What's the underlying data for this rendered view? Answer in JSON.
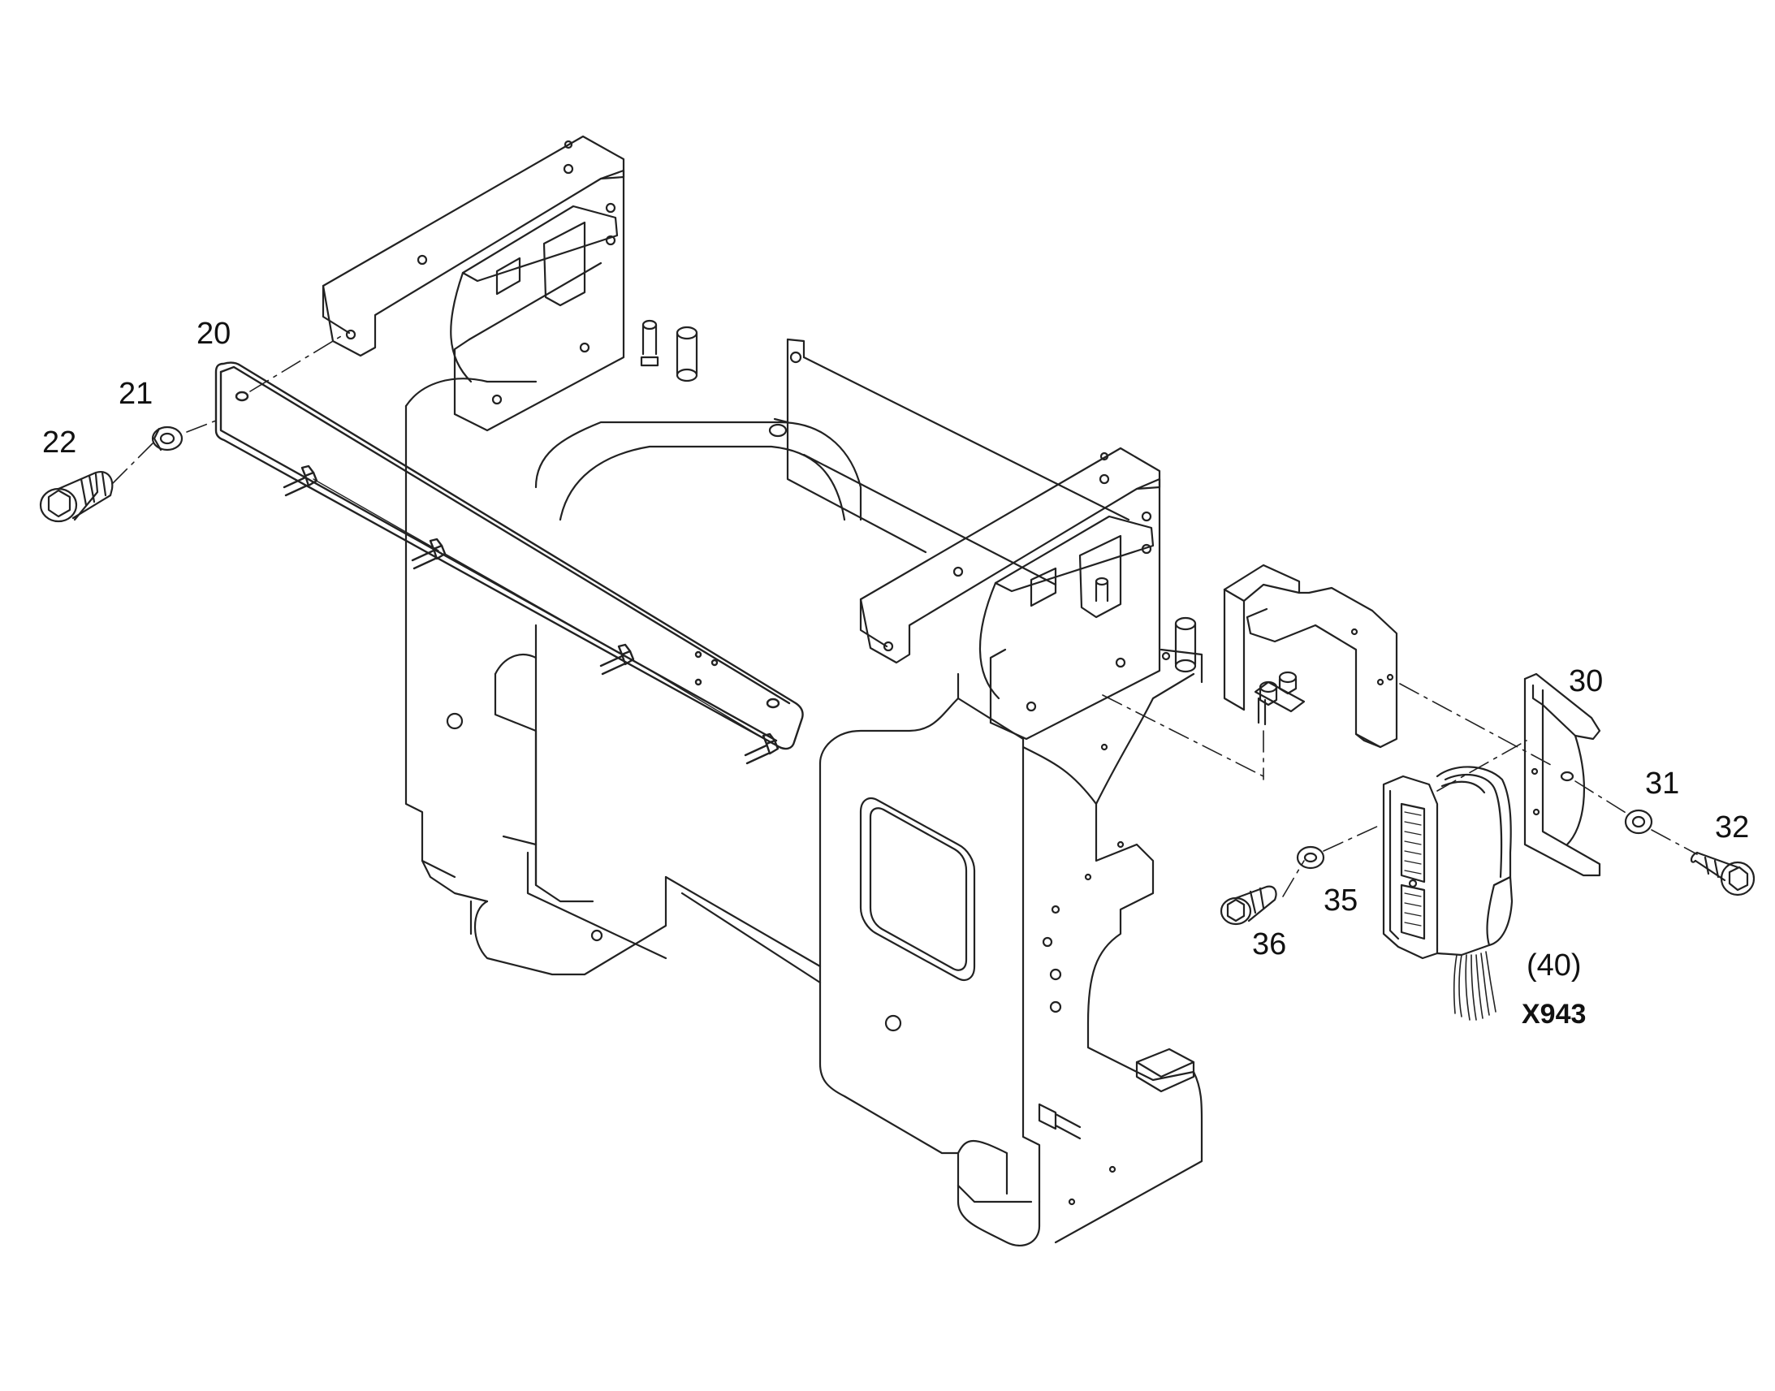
{
  "diagram": {
    "line_color": "#222222",
    "background": "#ffffff",
    "callouts": {
      "p20": "20",
      "p21": "21",
      "p22": "22",
      "p30": "30",
      "p31": "31",
      "p32": "32",
      "p35": "35",
      "p36": "36",
      "p40": "(40)",
      "connector": "X943"
    },
    "parts": [
      "machine-frame-casting",
      "mounting-plate",
      "washer",
      "cap-screw",
      "u-bracket",
      "l-bracket",
      "connector-housing",
      "cable-bundle"
    ]
  }
}
